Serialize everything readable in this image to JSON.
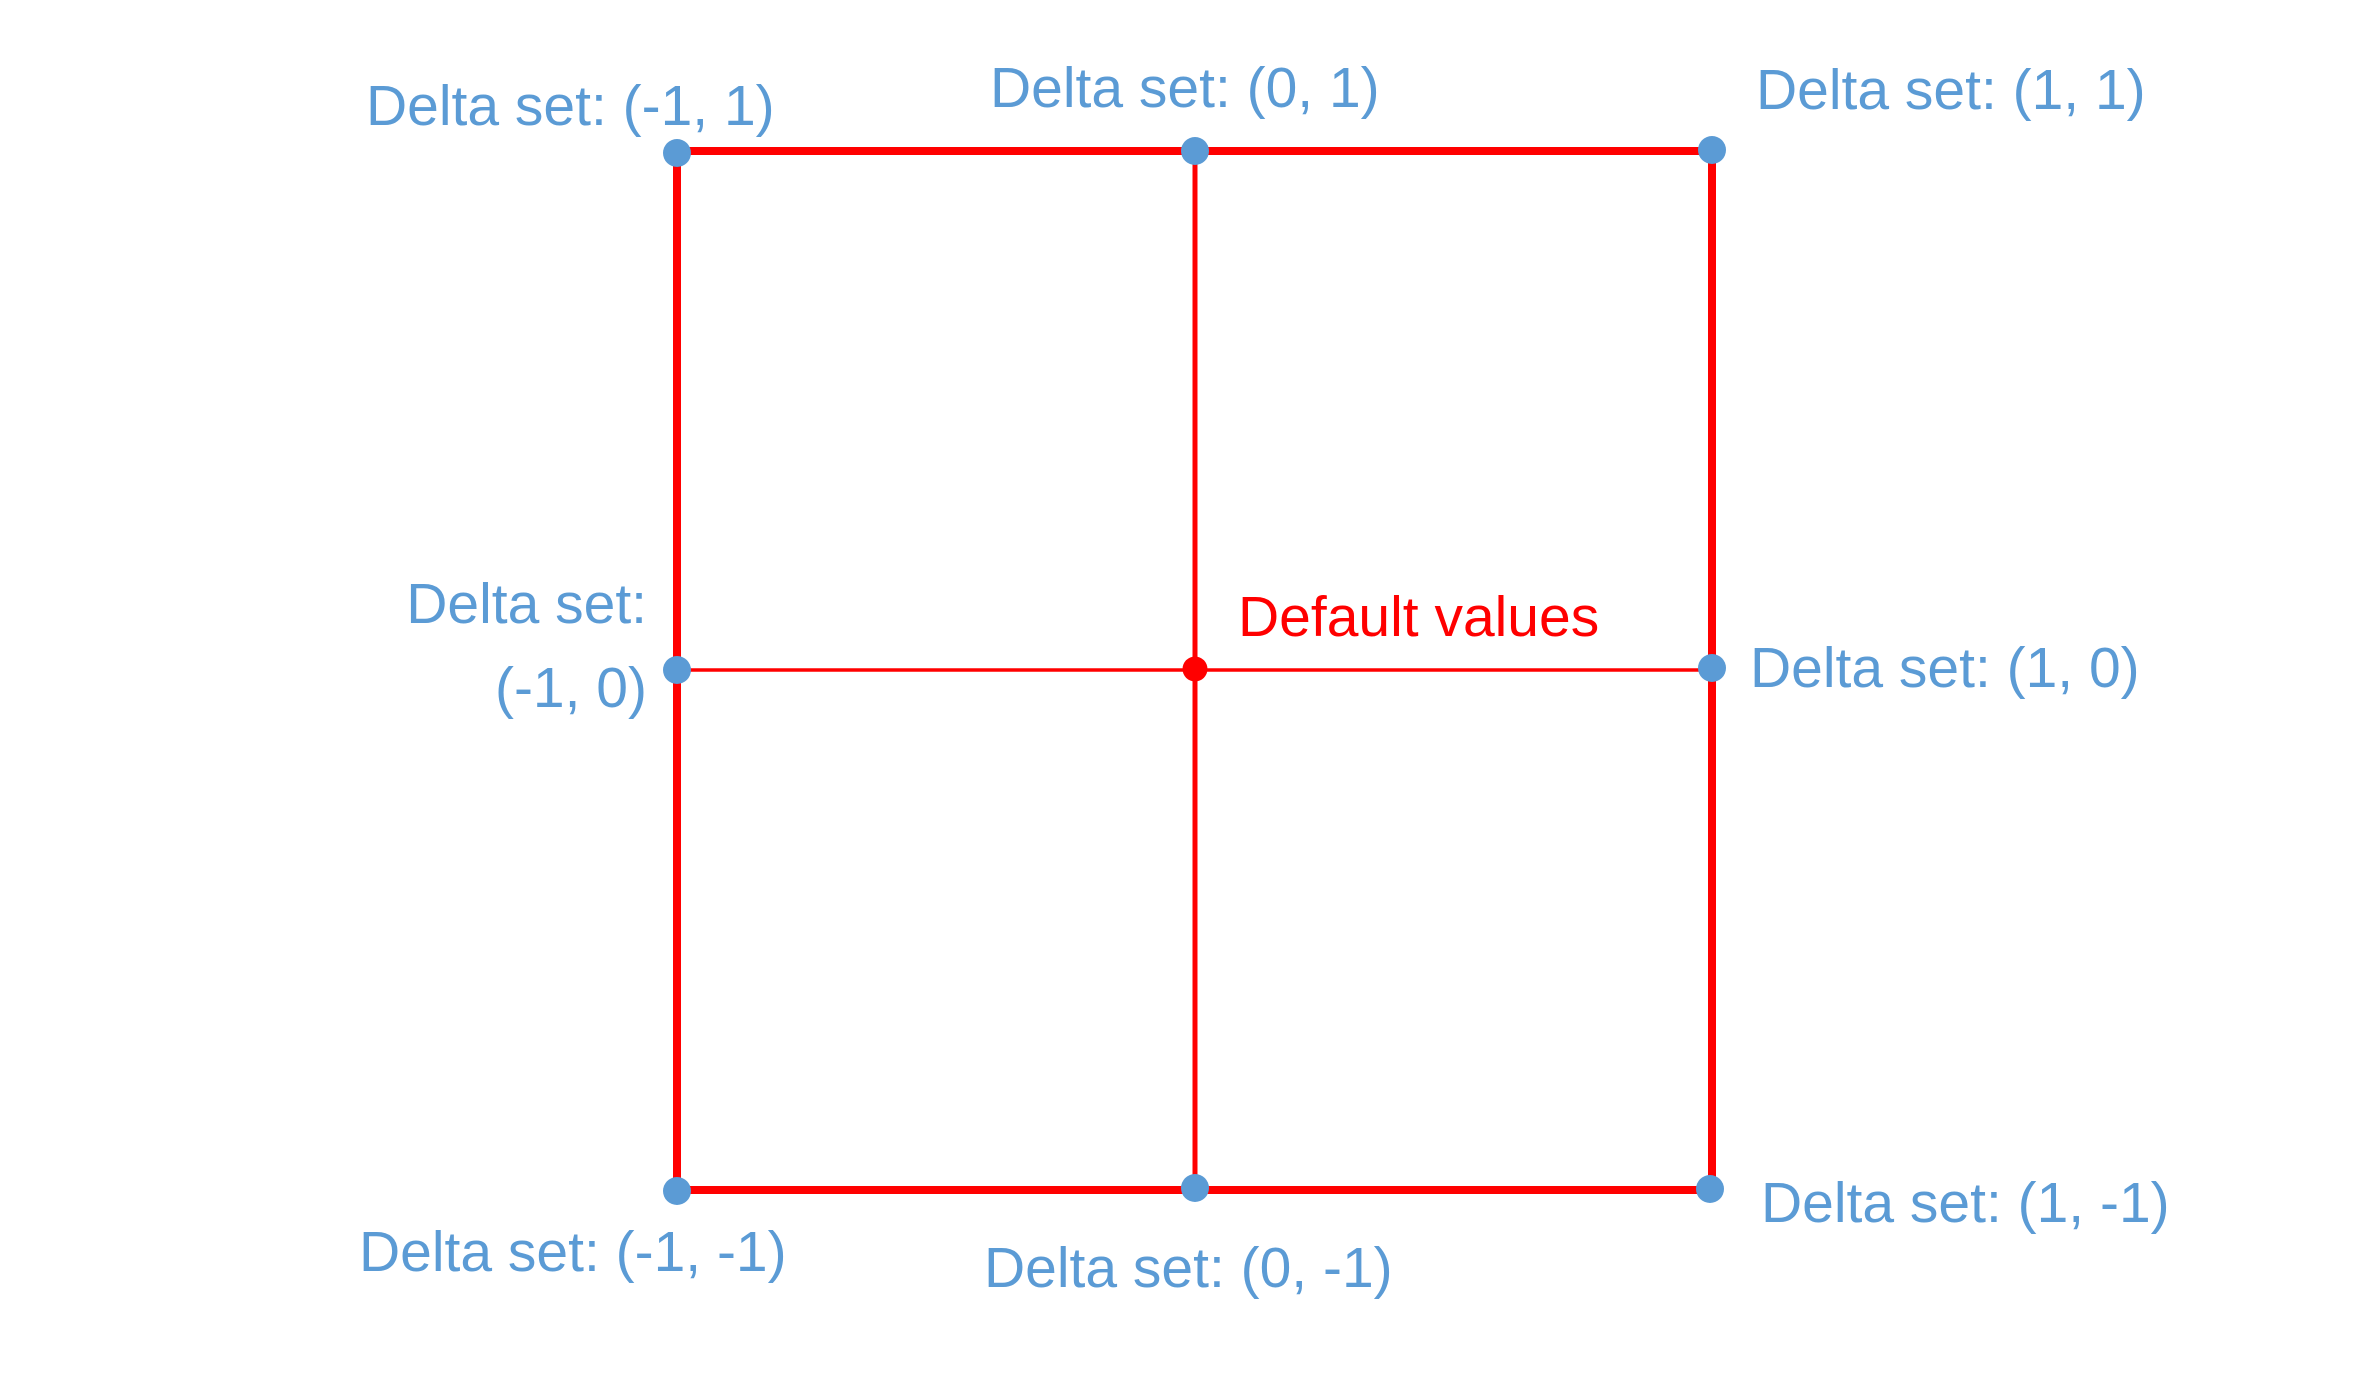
{
  "page": {
    "background": "#FFFFFF"
  },
  "diagram": {
    "description": "3x3 delta-set grid diagram: a red square with center cross lines, blue point markers at corners and edge midpoints, red marker at center",
    "colors": {
      "line": "#FF0000",
      "marker_blue": "#5B9BD5",
      "marker_red": "#FF0000",
      "label_blue": "#5B9BD5",
      "label_red": "#FF0000"
    },
    "center_label": "Default values",
    "delta_labels": {
      "top_left": "Delta set: (-1, 1)",
      "top_center": "Delta set: (0, 1)",
      "top_right": "Delta set: (1, 1)",
      "middle_left": "Delta set:\n(-1, 0)",
      "middle_right": "Delta set: (1, 0)",
      "bottom_left": "Delta set: (-1, -1)",
      "bottom_center": "Delta set: (0, -1)",
      "bottom_right": "Delta set: (1, -1)"
    },
    "points": [
      {
        "position": "top-left",
        "delta": "(-1, 1)",
        "marker": "blue"
      },
      {
        "position": "top-center",
        "delta": "(0, 1)",
        "marker": "blue"
      },
      {
        "position": "top-right",
        "delta": "(1, 1)",
        "marker": "blue"
      },
      {
        "position": "middle-left",
        "delta": "(-1, 0)",
        "marker": "blue"
      },
      {
        "position": "center",
        "delta": "default",
        "marker": "red"
      },
      {
        "position": "middle-right",
        "delta": "(1, 0)",
        "marker": "blue"
      },
      {
        "position": "bottom-left",
        "delta": "(-1, -1)",
        "marker": "blue"
      },
      {
        "position": "bottom-center",
        "delta": "(0, -1)",
        "marker": "blue"
      },
      {
        "position": "bottom-right",
        "delta": "(1, -1)",
        "marker": "blue"
      }
    ]
  }
}
